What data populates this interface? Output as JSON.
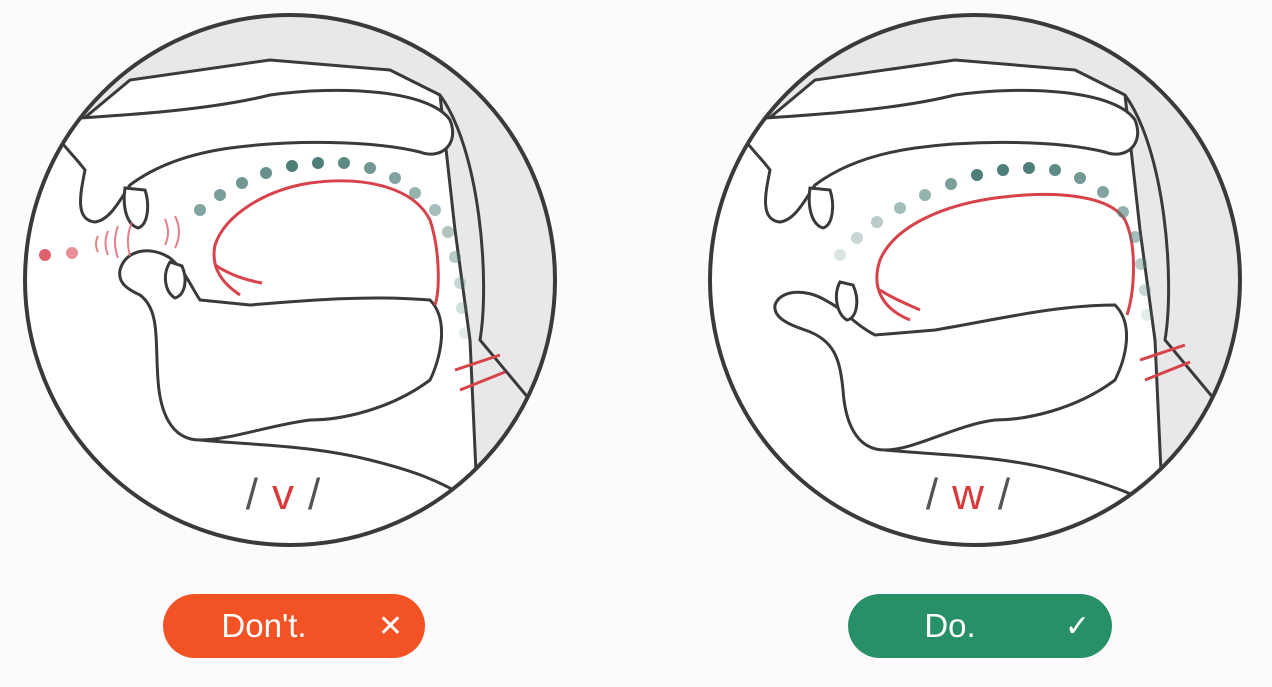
{
  "left": {
    "phoneme": {
      "open": "/",
      "letter": "v",
      "close": "/"
    },
    "verdict": {
      "label": "Don't.",
      "mark": "✕",
      "color": "#f25224"
    }
  },
  "right": {
    "phoneme": {
      "open": "/",
      "letter": "w",
      "close": "/"
    },
    "verdict": {
      "label": "Do.",
      "mark": "✓",
      "color": "#279066"
    }
  },
  "colors": {
    "outline": "#3a3a3a",
    "tissue": "#e8e8e8",
    "tongue": "#d8424a",
    "dots": "#4d7e78",
    "airflow": "#e0606e"
  }
}
